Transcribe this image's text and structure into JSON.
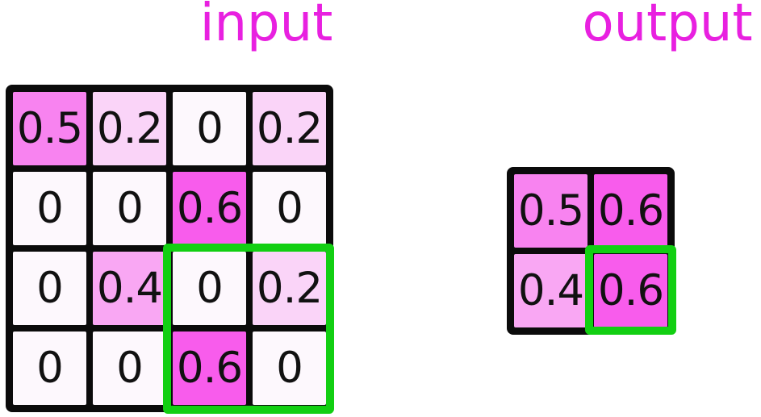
{
  "titles": {
    "input": "input",
    "output": "output"
  },
  "colors": {
    "title": "#E820E0",
    "grid_border": "#0B0B0B",
    "cell_text": "#111111",
    "highlight_green": "#12CF12",
    "value_colors": {
      "0": "#FDF8FD",
      "0.2": "#FAD4F8",
      "0.4": "#F9A7F3",
      "0.5": "#F883F0",
      "0.6": "#F85CEC"
    }
  },
  "grids": {
    "input": {
      "label": "input",
      "rows": [
        [
          "0.5",
          "0.2",
          "0",
          "0.2"
        ],
        [
          "0",
          "0",
          "0.6",
          "0"
        ],
        [
          "0",
          "0.4",
          "0",
          "0.2"
        ],
        [
          "0",
          "0",
          "0.6",
          "0"
        ]
      ]
    },
    "output": {
      "label": "output",
      "rows": [
        [
          "0.5",
          "0.6"
        ],
        [
          "0.4",
          "0.6"
        ]
      ]
    }
  },
  "highlight": {
    "description": "green box marking the 2x2 pooling window and its pooled result",
    "input_window": "rows 3-4, cols 3-4",
    "output_cell": "row 2, col 2"
  }
}
